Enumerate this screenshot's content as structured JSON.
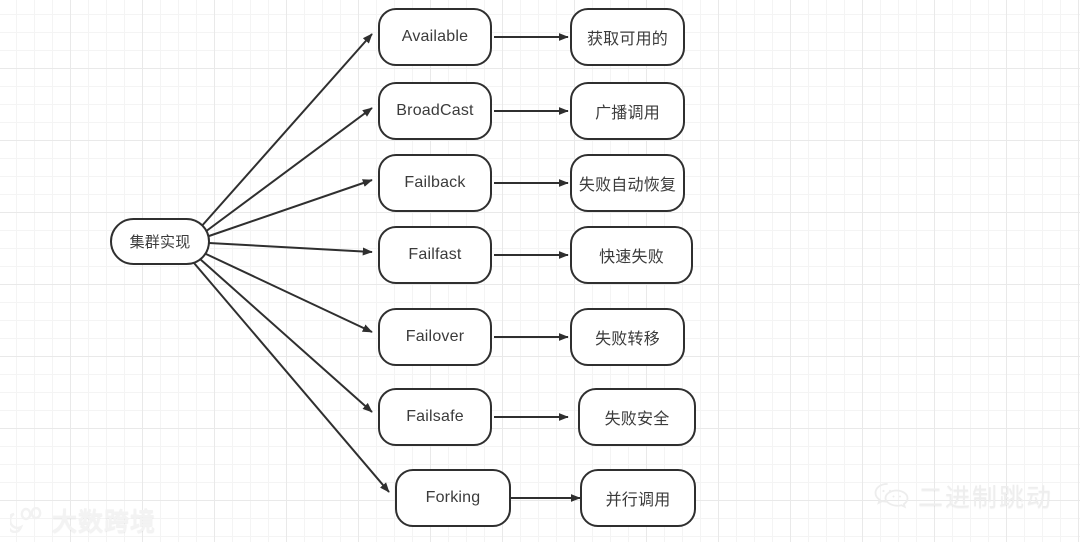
{
  "diagram": {
    "type": "mindmap-flowchart",
    "root": {
      "label": "集群实现"
    },
    "rows": [
      {
        "strategy": "Available",
        "meaning": "获取可用的"
      },
      {
        "strategy": "BroadCast",
        "meaning": "广播调用"
      },
      {
        "strategy": "Failback",
        "meaning": "失败自动恢复"
      },
      {
        "strategy": "Failfast",
        "meaning": "快速失败"
      },
      {
        "strategy": "Failover",
        "meaning": "失败转移"
      },
      {
        "strategy": "Failsafe",
        "meaning": "失败安全"
      },
      {
        "strategy": "Forking",
        "meaning": "并行调用"
      }
    ]
  },
  "watermarks": {
    "left": {
      "text": "大数跨境",
      "icon": "paw-logo-icon"
    },
    "right": {
      "text": "二进制跳动",
      "icon": "wechat-icon"
    }
  },
  "colors": {
    "node_border": "#2f2f2f",
    "node_text": "#3b3b3b",
    "edge": "#2f2f2f",
    "grid_minor": "#f4f4f4",
    "grid_major": "#e9e9e9",
    "background": "#ffffff"
  }
}
